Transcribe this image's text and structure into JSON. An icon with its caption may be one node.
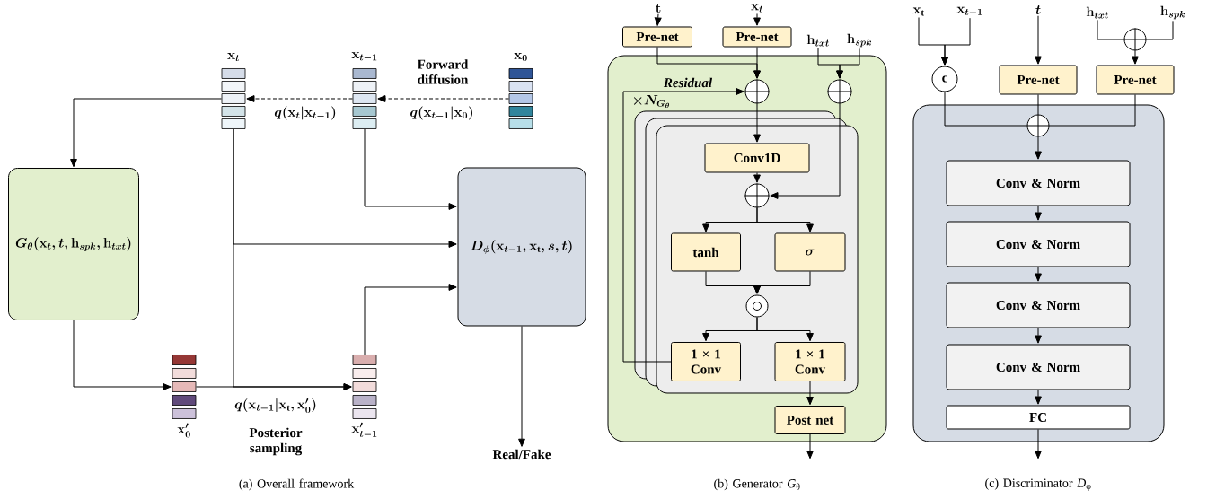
{
  "diagram": {
    "nodes": [
      {
        "text": [
          "\\mathbf{x}_t"
        ]
      },
      {
        "text": [
          "\\mathbf{x}_{t-1}"
        ]
      },
      {
        "text": [
          "\\mathbf{x}_0"
        ]
      },
      {
        "text": [
          "G_\\theta(\\mathbf{x}_t, t, \\mathbf{h}_{spk}, \\mathbf{h}_{txt})"
        ]
      },
      {
        "text": [
          "D_\\phi(\\mathbf{x}_{t-1}, \\mathbf{x}_\\mathrm{t}, s, t)"
        ]
      },
      {
        "text": [
          "\\mathbf{x}'_0"
        ]
      },
      {
        "text": [
          "\\mathbf{x}'_{t-1}"
        ]
      },
      {
        "text": [
          "Real/Fake"
        ]
      },
      {
        "text": [
          "\\mathbf{t}"
        ]
      },
      {
        "text": [
          "\\mathbf{x}_t"
        ]
      },
      {
        "text": [
          "Pre-net"
        ]
      },
      {
        "text": [
          "Pre-net"
        ]
      },
      {
        "text": [
          "\\mathbf{h}_{txt}"
        ]
      },
      {
        "text": [
          "\\mathbf{h}_{spk}"
        ]
      },
      {
        "text": [],
        "shape": "box"
      },
      {
        "text": [],
        "shape": "circle",
        "in": 14
      },
      {
        "text": [],
        "shape": "circle",
        "in": 14
      },
      {
        "text": [],
        "shape": "box",
        "in": 14
      },
      {
        "text": [
          "Conv1D"
        ],
        "in": 17
      },
      {
        "text": [],
        "shape": "circle",
        "in": 17
      },
      {
        "text": [
          "tanh"
        ],
        "in": 17
      },
      {
        "text": [
          "\\sigma"
        ],
        "in": 17
      },
      {
        "text": [],
        "shape": "circle",
        "in": 17
      },
      {
        "text": [
          "1 × 1 Conv"
        ],
        "in": 17
      },
      {
        "text": [
          "1 × 1 Conv"
        ],
        "in": 17
      },
      {
        "text": [
          "Post net"
        ],
        "in": 14
      },
      {
        "text": [
          "\\mathbf{x}_\\mathrm{t}"
        ]
      },
      {
        "text": [
          "\\mathbf{x}_{t-1}"
        ]
      },
      {
        "text": [
          "t"
        ]
      },
      {
        "text": [
          "\\mathbf{h}_{txt}"
        ]
      },
      {
        "text": [
          "\\mathbf{h}_{spk}"
        ]
      },
      {
        "text": [
          "c"
        ]
      },
      {
        "text": [
          "Pre-net"
        ]
      },
      {
        "text": [],
        "shape": "circle"
      },
      {
        "text": [
          "Pre-net"
        ]
      },
      {
        "text": [],
        "shape": "box"
      },
      {
        "text": [],
        "shape": "circle",
        "in": 35
      },
      {
        "text": [
          "Conv & Norm"
        ],
        "in": 35
      },
      {
        "text": [
          "Conv & Norm"
        ],
        "in": 35
      },
      {
        "text": [
          "Conv & Norm"
        ],
        "in": 35
      },
      {
        "text": [
          "Conv & Norm"
        ],
        "in": 35
      },
      {
        "text": [
          "FC"
        ],
        "in": 35
      }
    ],
    "edges": [
      {
        "from": 2,
        "to": 1,
        "arrow": "to",
        "style": "dashed",
        "label": "q(\\mathbf{x}_{t-1}|\\mathbf{x}_0)"
      },
      {
        "from": 1,
        "to": 0,
        "arrow": "to",
        "style": "dashed",
        "label": "q(\\mathbf{x}_t|\\mathbf{x}_{t-1})"
      },
      {
        "from": 0,
        "to": 3,
        "arrow": "to"
      },
      {
        "from": 1,
        "to": 4,
        "arrow": "to"
      },
      {
        "from": 0,
        "to": 4,
        "arrow": "to"
      },
      {
        "from": 3,
        "to": 5,
        "arrow": "to"
      },
      {
        "from": 5,
        "to": 6,
        "arrow": "to",
        "label": "q(\\mathbf{x}_{t-1}|\\mathbf{x}_\\mathrm{t}, \\mathbf{x}'_0)"
      },
      {
        "from": 0,
        "to": 6,
        "arrow": "to"
      },
      {
        "from": 6,
        "to": 4,
        "arrow": "to"
      },
      {
        "from": 4,
        "to": 7,
        "arrow": "to"
      },
      {
        "from": 8,
        "to": 10,
        "arrow": "to"
      },
      {
        "from": 9,
        "to": 11,
        "arrow": "to"
      },
      {
        "from": 10,
        "to": 15,
        "arrow": "to"
      },
      {
        "from": 11,
        "to": 15,
        "arrow": "to"
      },
      {
        "from": 12,
        "to": 16,
        "arrow": "to"
      },
      {
        "from": 13,
        "to": 16,
        "arrow": "to"
      },
      {
        "from": 15,
        "to": 18,
        "arrow": "to"
      },
      {
        "from": 16,
        "to": 19,
        "arrow": "to"
      },
      {
        "from": 18,
        "to": 19,
        "arrow": "to"
      },
      {
        "from": 19,
        "to": 20,
        "arrow": "to"
      },
      {
        "from": 19,
        "to": 21,
        "arrow": "to"
      },
      {
        "from": 20,
        "to": 22,
        "arrow": "to"
      },
      {
        "from": 21,
        "to": 22,
        "arrow": "to"
      },
      {
        "from": 22,
        "to": 23,
        "arrow": "to"
      },
      {
        "from": 22,
        "to": 24,
        "arrow": "to"
      },
      {
        "from": 23,
        "to": 15,
        "arrow": "to",
        "label": "Residual"
      },
      {
        "from": 24,
        "to": 25,
        "arrow": "to"
      },
      {
        "from": 25,
        "to": null,
        "arrow": "to"
      },
      {
        "from": 26,
        "to": 31,
        "arrow": "to"
      },
      {
        "from": 27,
        "to": 31,
        "arrow": "to"
      },
      {
        "from": 28,
        "to": 32,
        "arrow": "to"
      },
      {
        "from": 29,
        "to": 33,
        "arrow": "none"
      },
      {
        "from": 30,
        "to": 33,
        "arrow": "none"
      },
      {
        "from": 33,
        "to": 34,
        "arrow": "to"
      },
      {
        "from": 31,
        "to": 36,
        "arrow": "none"
      },
      {
        "from": 32,
        "to": 36,
        "arrow": "none"
      },
      {
        "from": 34,
        "to": 36,
        "arrow": "none"
      },
      {
        "from": 36,
        "to": 37,
        "arrow": "to"
      },
      {
        "from": 37,
        "to": 38,
        "arrow": "to"
      },
      {
        "from": 38,
        "to": 39,
        "arrow": "to"
      },
      {
        "from": 39,
        "to": 40,
        "arrow": "to"
      },
      {
        "from": 40,
        "to": 41,
        "arrow": "to"
      },
      {
        "from": 41,
        "to": null,
        "arrow": "to"
      }
    ],
    "labels": [
      "Forward diffusion",
      "Posterior sampling",
      "\\times N_{G_\\theta}",
      "(a) Overall framework",
      "(b) Generator *G*$_{θ}$",
      "(c) Discriminator *D*$_{φ}$"
    ]
  }
}
